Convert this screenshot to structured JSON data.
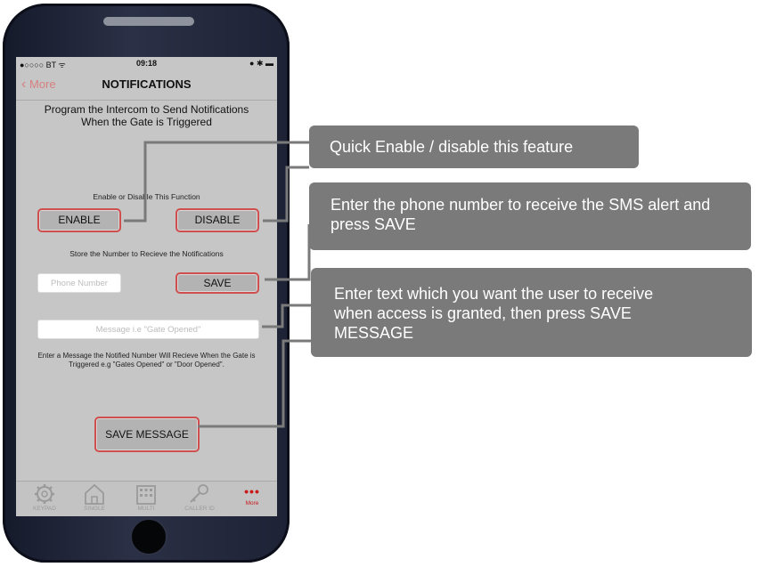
{
  "status": {
    "carrier": "●○○○○ BT ᯤ",
    "time": "09:18",
    "icons": "● ✱ ▬"
  },
  "nav": {
    "back": "More",
    "title": "NOTIFICATIONS"
  },
  "content": {
    "heading_line1": "Program the Intercom to Send Notifications",
    "heading_line2": "When the Gate is Triggered",
    "enable_label": "Enable or Disable This Function",
    "enable_button": "ENABLE",
    "disable_button": "DISABLE",
    "store_label": "Store the Number to Recieve the Notifications",
    "phone_placeholder": "Phone Number",
    "save_button": "SAVE",
    "message_placeholder": "Message i.e \"Gate Opened\"",
    "message_hint": "Enter a Message the Notified Number Will Recieve When the Gate is Triggered e.g \"Gates Opened\" or \"Door Opened\".",
    "save_message_button": "SAVE MESSAGE"
  },
  "tabs": [
    {
      "label": "KEYPAD",
      "icon": "gear-icon"
    },
    {
      "label": "SINGLE",
      "icon": "house-icon"
    },
    {
      "label": "MULTI",
      "icon": "building-icon"
    },
    {
      "label": "CALLER ID",
      "icon": "key-icon"
    },
    {
      "label": "More",
      "icon": "more-dots-icon"
    }
  ],
  "callouts": {
    "enable": "Quick Enable / disable this feature",
    "phone": "Enter the phone number to receive the SMS alert and press SAVE",
    "message": "Enter text which you want the user to receive when access is granted, then press SAVE MESSAGE"
  },
  "colors": {
    "accent_red": "#cf4e4e",
    "callout_bg": "#7a7a7a",
    "more_red": "#c91a1a"
  }
}
